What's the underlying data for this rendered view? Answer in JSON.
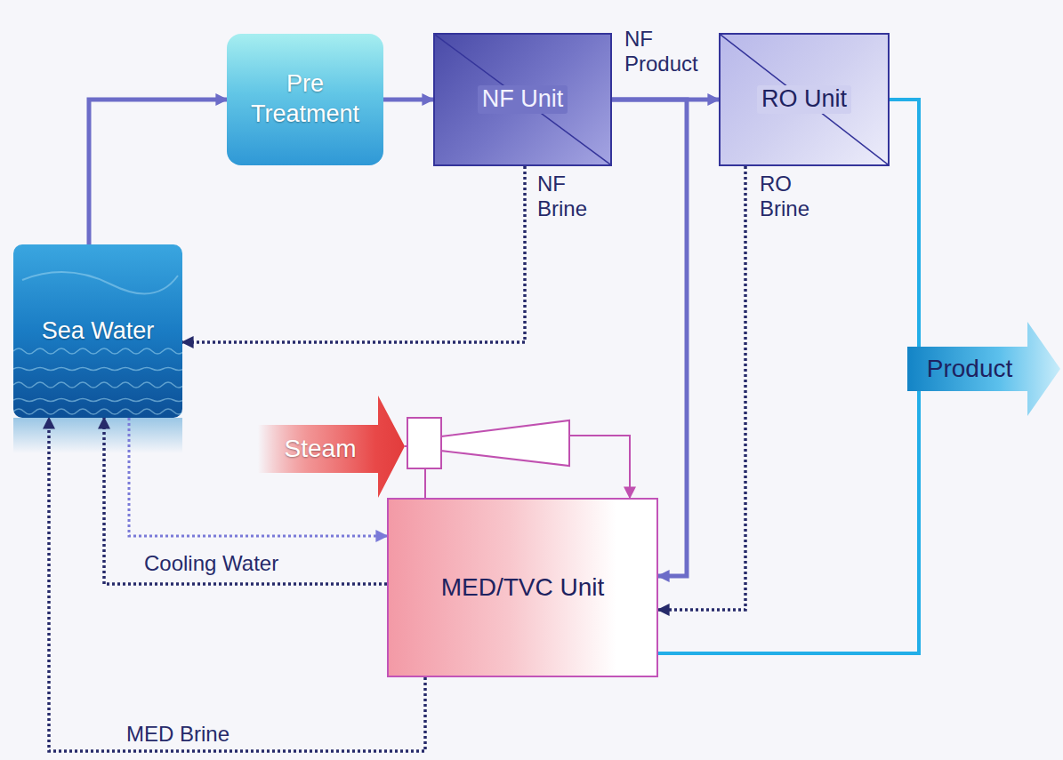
{
  "diagram": {
    "nodes": [
      {
        "text": [
          "Sea Water"
        ]
      },
      {
        "text": [
          "Pre Treatment"
        ]
      },
      {
        "text": [
          "NF Unit"
        ]
      },
      {
        "text": [
          "RO Unit"
        ]
      },
      {
        "text": [
          "MED/TVC Unit"
        ]
      },
      {
        "text": [
          "Product"
        ]
      },
      {
        "text": [
          "Steam"
        ]
      }
    ],
    "edges": [
      {
        "from": 0,
        "to": 1,
        "arrow": "to"
      },
      {
        "from": 1,
        "to": 2,
        "arrow": "to"
      },
      {
        "from": 2,
        "to": 3,
        "label": "NF Product",
        "arrow": "to"
      },
      {
        "from": 2,
        "to": 4,
        "arrow": "to"
      },
      {
        "from": 2,
        "to": 0,
        "label": "NF Brine",
        "arrow": "to"
      },
      {
        "from": 3,
        "to": 4,
        "label": "RO Brine",
        "arrow": "to"
      },
      {
        "from": 3,
        "to": 5,
        "arrow": "none"
      },
      {
        "from": 4,
        "to": 5,
        "arrow": "none"
      },
      {
        "from": 0,
        "to": 4,
        "arrow": "to"
      },
      {
        "from": 4,
        "to": 0,
        "label": "Cooling Water",
        "arrow": "to"
      },
      {
        "from": 4,
        "to": 0,
        "label": "MED Brine",
        "arrow": "to"
      },
      {
        "from": 6,
        "to": 4,
        "arrow": "to"
      }
    ]
  }
}
